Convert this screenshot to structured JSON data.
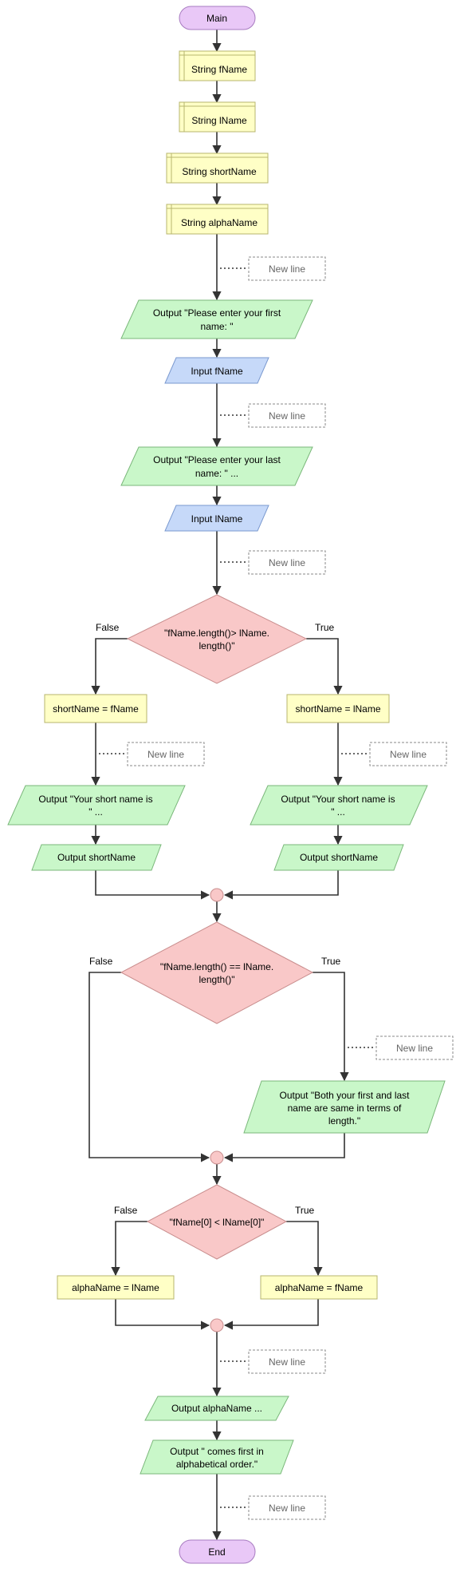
{
  "flowchart": {
    "start": "Main",
    "end": "End",
    "decl_fname": "String fName",
    "decl_lname": "String lName",
    "decl_short": "String shortName",
    "decl_alpha": "String alphaName",
    "comment_new_line": "New line",
    "out_prompt_first": [
      "Output \"Please enter your first",
      "name: \""
    ],
    "input_fname": "Input fName",
    "out_prompt_last": [
      "Output \"Please enter your last",
      "name: \" ..."
    ],
    "input_lname": "Input lName",
    "cond1": [
      "\"fName.length()> lName.",
      "length()\""
    ],
    "branch_false": "False",
    "branch_true": "True",
    "assign_short_f": "shortName = fName",
    "assign_short_l": "shortName = lName",
    "out_short_prefix": [
      "Output \"Your short name is",
      "\" ..."
    ],
    "out_shortname": "Output shortName",
    "cond2": [
      "\"fName.length() == lName.",
      "length()\""
    ],
    "out_both_same": [
      "Output \"Both your first and last",
      "name are same in terms of",
      "length.\""
    ],
    "cond3": "\"fName[0] < lName[0]\"",
    "assign_alpha_l": "alphaName = lName",
    "assign_alpha_f": "alphaName = fName",
    "out_alpha": "Output alphaName ...",
    "out_comes_first": [
      "Output \" comes first in",
      "alphabetical order.\""
    ]
  },
  "colors": {
    "terminal": "#e9c8f7",
    "declaration": "#ffffc6",
    "output": "#c9f7c9",
    "input": "#c6d9f9",
    "decision": "#f9c8c8"
  }
}
